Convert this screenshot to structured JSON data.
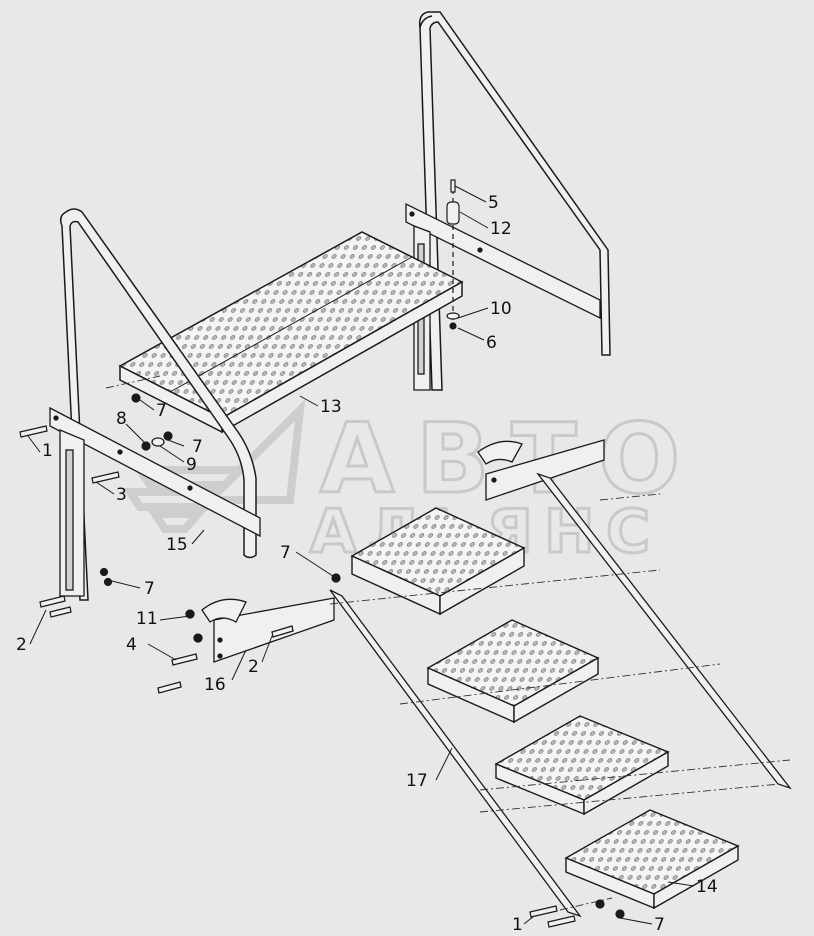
{
  "diagram": {
    "type": "exploded-parts-drawing",
    "callouts": [
      "1",
      "2",
      "3",
      "4",
      "5",
      "6",
      "7",
      "8",
      "9",
      "10",
      "11",
      "12",
      "13",
      "14",
      "15",
      "16",
      "17"
    ],
    "callout_labels": [
      {
        "id": "c5",
        "text": "5"
      },
      {
        "id": "c12",
        "text": "12"
      },
      {
        "id": "c10",
        "text": "10"
      },
      {
        "id": "c6",
        "text": "6"
      },
      {
        "id": "c13",
        "text": "13"
      },
      {
        "id": "c7a",
        "text": "7"
      },
      {
        "id": "c8",
        "text": "8"
      },
      {
        "id": "c7b",
        "text": "7"
      },
      {
        "id": "c9",
        "text": "9"
      },
      {
        "id": "c1a",
        "text": "1"
      },
      {
        "id": "c3",
        "text": "3"
      },
      {
        "id": "c15",
        "text": "15"
      },
      {
        "id": "c7c",
        "text": "7"
      },
      {
        "id": "c7d",
        "text": "7"
      },
      {
        "id": "c2a",
        "text": "2"
      },
      {
        "id": "c11",
        "text": "11"
      },
      {
        "id": "c4",
        "text": "4"
      },
      {
        "id": "c2b",
        "text": "2"
      },
      {
        "id": "c16",
        "text": "16"
      },
      {
        "id": "c17",
        "text": "17"
      },
      {
        "id": "c14",
        "text": "14"
      },
      {
        "id": "c1b",
        "text": "1"
      },
      {
        "id": "c7e",
        "text": "7"
      }
    ]
  },
  "watermark": {
    "line1": "АВТО",
    "line2": "АЛЬЯНС",
    "color": "#b8b8b8"
  },
  "colors": {
    "background": "#e8e8e8",
    "line": "#1a1a1a",
    "tread_fill": "#f4f4f4",
    "frame_fill": "#f0f0f0"
  }
}
